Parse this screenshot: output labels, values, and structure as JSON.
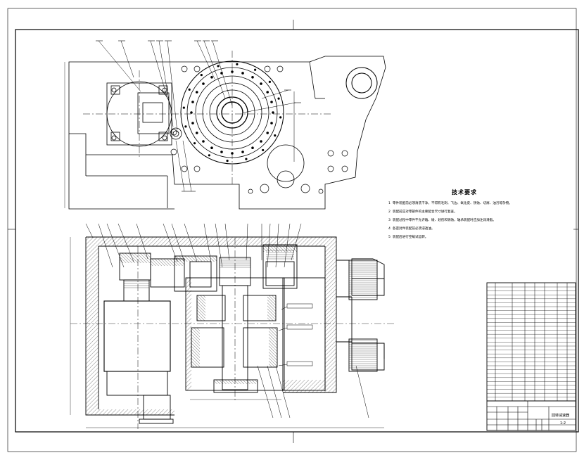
{
  "technical_requirements": {
    "title": "技术要求",
    "items": [
      {
        "num": "1",
        "text": "零件装配前必须清洗干净，不得有毛刺、飞边、氧化皮、锈蚀、切屑、油污等杂物。"
      },
      {
        "num": "2",
        "text": "装配前应对零部件的主要配合尺寸进行复查。"
      },
      {
        "num": "3",
        "text": "装配过程中零件不允许磕、碰、划伤和锈蚀，轴承装配时应加注润滑脂。"
      },
      {
        "num": "4",
        "text": "各密封件装配前必须浸透油。"
      },
      {
        "num": "5",
        "text": "装配后进行空载试运转。"
      }
    ]
  },
  "title_block": {
    "drawing_name": "回转减速器",
    "scale": "1:2"
  }
}
